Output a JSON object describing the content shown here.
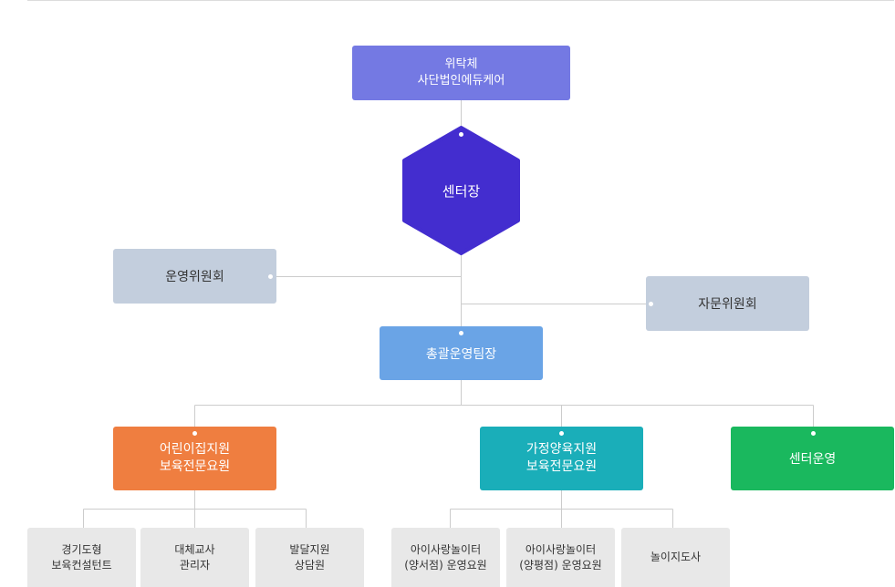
{
  "colors": {
    "top": "#7479e3",
    "director": "#432dcf",
    "committee": "#c3cedd",
    "general": "#6aa4e6",
    "daycare": "#ef7e40",
    "home": "#1aaeb9",
    "center_ops": "#1ab85e",
    "leaf": "#e8e8e8",
    "line": "#cccccc"
  },
  "nodes": {
    "trustee": "위탁체\n사단법인에듀케어",
    "director": "센터장",
    "operating_committee": "운영위원회",
    "advisory_committee": "자문위원회",
    "general_team_lead": "총괄운영팀장",
    "daycare_support": "어린이집지원\n보육전문요원",
    "home_childcare": "가정양육지원\n보육전문요원",
    "center_ops": "센터운영",
    "consultant": "경기도형\n보육컨설턴트",
    "substitute_teacher": "대체교사\n관리자",
    "development_support": "발달지원\n상담원",
    "playroom_yangseo": "아이사랑놀이터\n(양서점) 운영요원",
    "playroom_yangpyeong": "아이사랑놀이터\n(양평점) 운영요원",
    "play_instructor": "놀이지도사"
  }
}
